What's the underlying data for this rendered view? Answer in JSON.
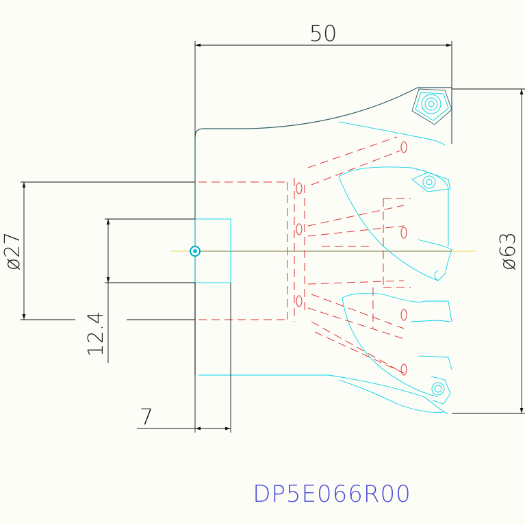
{
  "part_code": "DP5E066R00",
  "dimensions": {
    "overall_length": "50",
    "outer_diameter": "ø63",
    "bore_diameter": "ø27",
    "pilot_diameter": "12.4",
    "pilot_depth": "7"
  },
  "colors": {
    "background": "#fdfdf8",
    "outline": "#2b5a66",
    "dimension": "#111111",
    "insert": "#00d2e6",
    "hidden": "#e03030",
    "centerline": "#e8d84a",
    "code_text": "#4a4ad8"
  }
}
